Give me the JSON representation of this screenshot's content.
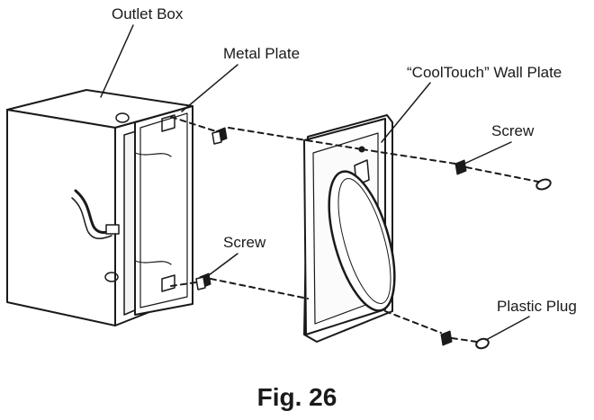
{
  "labels": {
    "outlet_box": "Outlet Box",
    "metal_plate": "Metal Plate",
    "wall_plate": "“CoolTouch” Wall Plate",
    "screw_top": "Screw",
    "screw_bottom": "Screw",
    "plastic_plug": "Plastic Plug"
  },
  "caption": "Fig. 26"
}
